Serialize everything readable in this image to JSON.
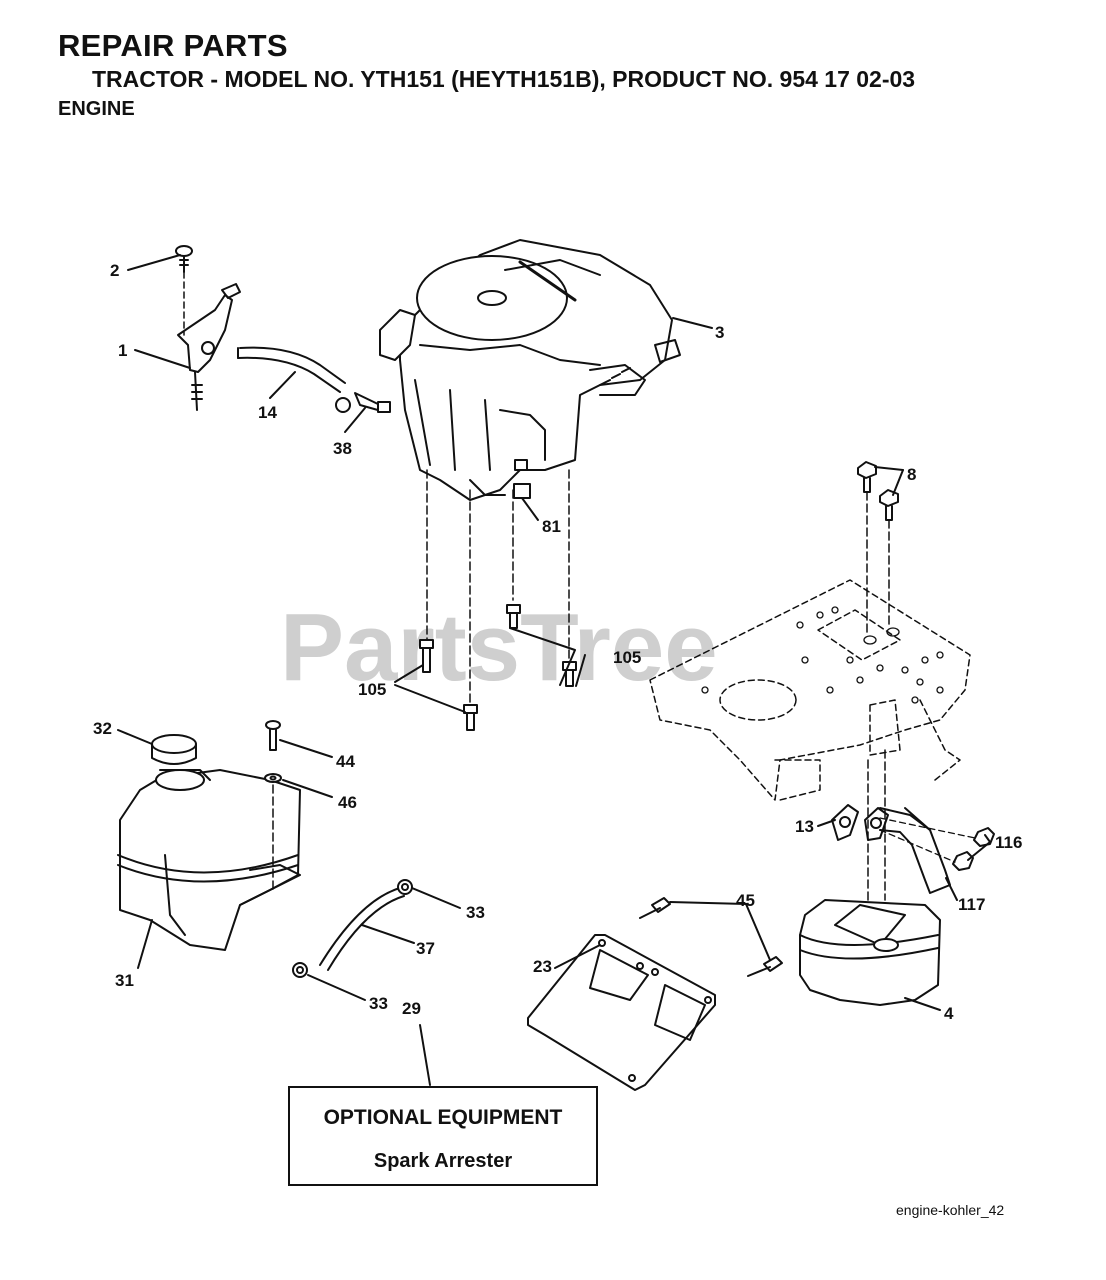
{
  "header": {
    "title": "REPAIR PARTS",
    "subtitle": "TRACTOR - MODEL NO. YTH151 (HEYTH151B), PRODUCT NO. 954 17 02-03",
    "section": "ENGINE"
  },
  "watermark": "PartsTree",
  "callouts": {
    "c1": "1",
    "c2": "2",
    "c3": "3",
    "c4": "4",
    "c8": "8",
    "c13": "13",
    "c14": "14",
    "c23": "23",
    "c29": "29",
    "c31": "31",
    "c32": "32",
    "c33a": "33",
    "c33b": "33",
    "c37": "37",
    "c38": "38",
    "c44": "44",
    "c45": "45",
    "c46": "46",
    "c81": "81",
    "c105a": "105",
    "c105b": "105",
    "c116": "116",
    "c117": "117"
  },
  "optional_box": {
    "line1": "OPTIONAL EQUIPMENT",
    "line2": "Spark Arrester"
  },
  "footer": {
    "figure_id": "engine-kohler_42"
  }
}
